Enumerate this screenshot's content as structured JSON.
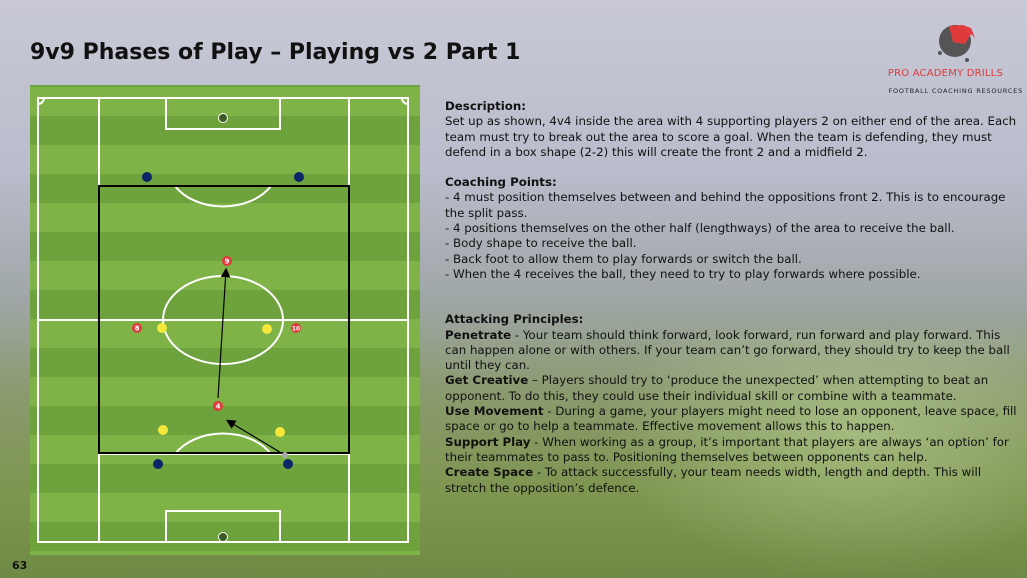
{
  "title": "9v9 Phases of Play – Playing vs 2 Part 1",
  "logo": {
    "name": "PRO ACADEMY DRILLS",
    "tagline": "FOOTBALL COACHING RESOURCES"
  },
  "diagram": {
    "players": {
      "nine": "9",
      "eight": "8",
      "ten": "10",
      "four": "4"
    }
  },
  "description": {
    "heading": "Description:",
    "body": "Set up as shown, 4v4 inside the area with 4 supporting players 2 on either end of the area. Each team must try to break out the area to score a goal. When the team is defending, they must defend in a box shape (2-2) this will create the front 2 and a midfield 2."
  },
  "coaching": {
    "heading": "Coaching Points:",
    "points": [
      "- 4 must position themselves between and behind the  oppositions front 2. This is to encourage the split pass.",
      "- 4 positions themselves on the other half (lengthways) of the area to receive the ball.",
      "- Body shape to receive the ball.",
      "- Back foot to allow them to play forwards or switch the ball.",
      "- When the 4 receives the ball, they need to try to play forwards where possible."
    ]
  },
  "attacking": {
    "heading": "Attacking Principles:",
    "principles": [
      {
        "name": "Penetrate",
        "text": " - Your team should think forward, look forward, run forward and play forward. This can happen alone or with others. If your team can’t go forward, they should try to keep the ball until they can."
      },
      {
        "name": "Get Creative",
        "text": " – Players should try to ‘produce the unexpected’ when attempting to beat an opponent. To do this, they could use their individual skill or combine with a teammate."
      },
      {
        "name": "Use Movement",
        "text": " - During a game, your players might need to lose an opponent, leave space, fill space or go to help a teammate. Effective movement allows this to happen."
      },
      {
        "name": "Support Play",
        "text": " - When working as a group, it’s important that players are always ‘an option’ for their teammates to pass to. Positioning themselves between opponents can help."
      },
      {
        "name": "Create Space",
        "text": " - To attack successfully, your team needs width, length and depth. This will stretch the opposition’s defence."
      }
    ]
  },
  "page_number": "63",
  "colors": {
    "red": "#e03a3a",
    "navy": "#0d2466",
    "yellow": "#f5e83a",
    "grass": "#78aa40"
  }
}
